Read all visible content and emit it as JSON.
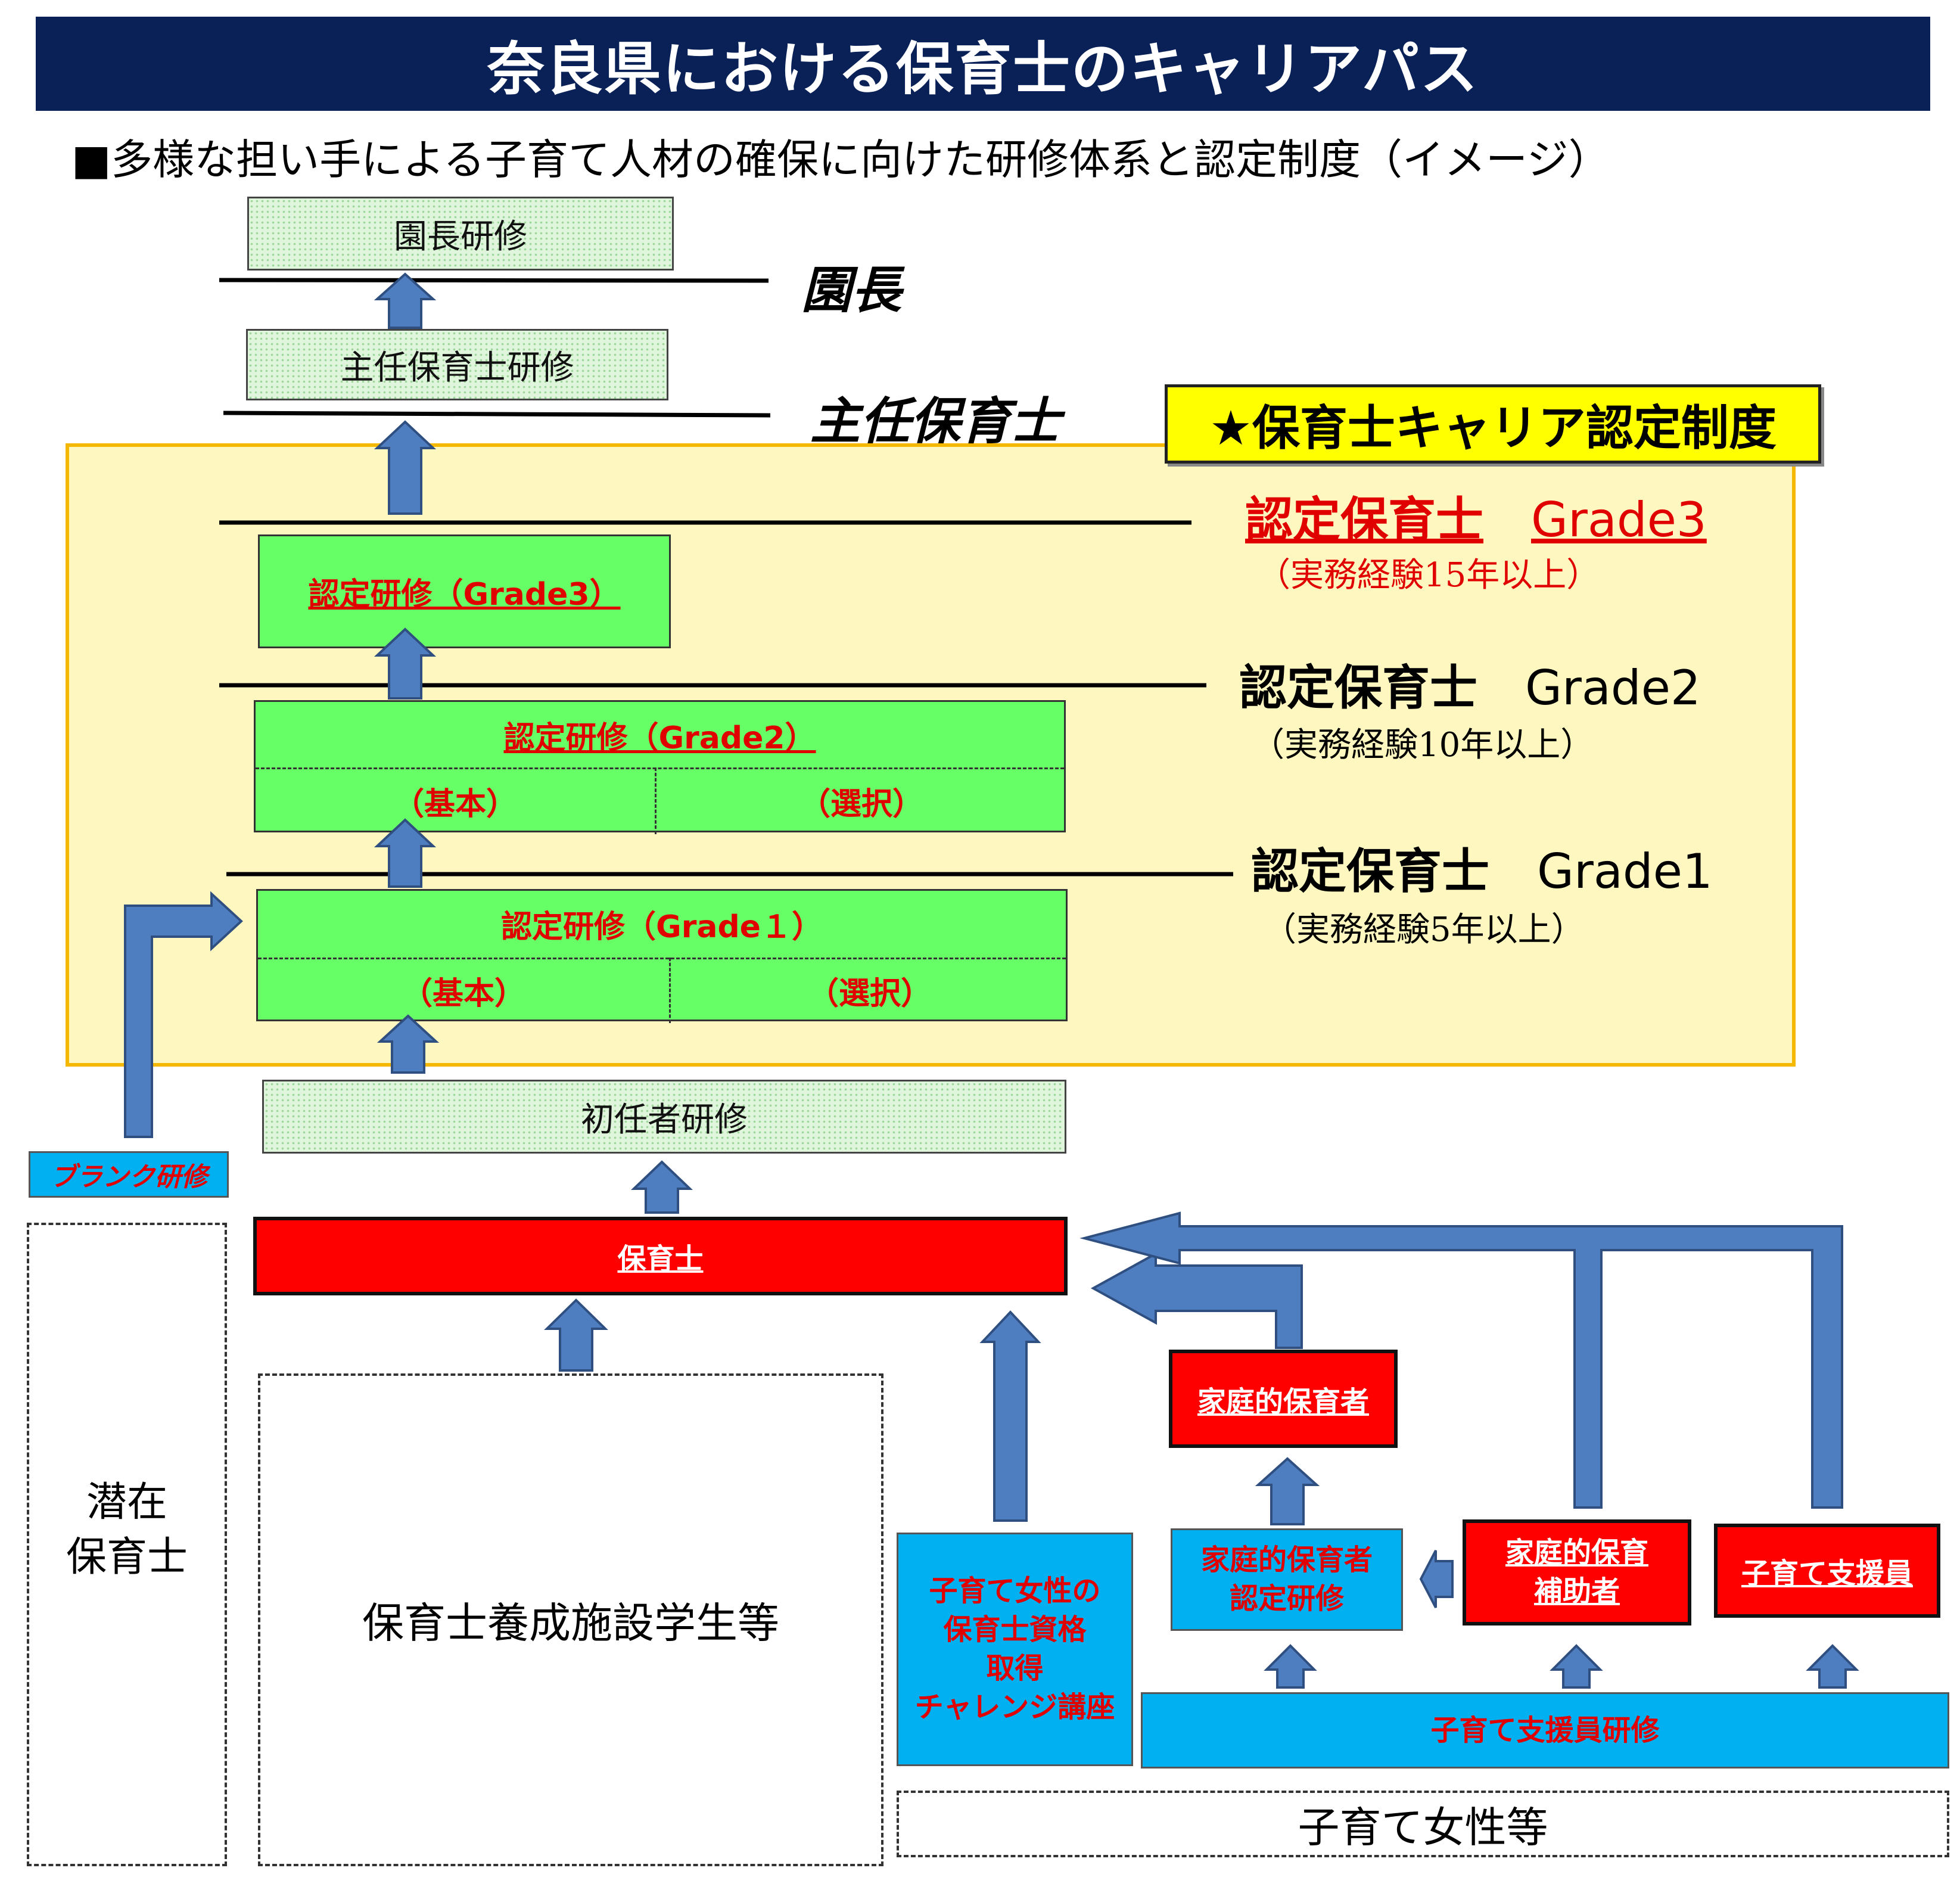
{
  "title": "奈良県における保育士のキャリアパス",
  "subtitle": "■多様な担い手による子育て人材の確保に向けた研修体系と認定制度（イメージ）",
  "cert_system_label": "★保育士キャリア認定制度",
  "roles": {
    "principal": "園長",
    "chief": "主任保育士"
  },
  "trainings": {
    "principal": "園長研修",
    "chief": "主任保育士研修",
    "grade3": "認定研修（Grade3）",
    "grade2": "認定研修（Grade2）",
    "grade1": "認定研修（Grade１）",
    "basic": "（基本）",
    "elective": "（選択）",
    "newcomer": "初任者研修",
    "blank": "ブランク研修"
  },
  "grades": [
    {
      "title": "認定保育士",
      "grade": "Grade3",
      "requirement": "（実務経験15年以上）"
    },
    {
      "title": "認定保育士",
      "grade": "Grade2",
      "requirement": "（実務経験10年以上）"
    },
    {
      "title": "認定保育士",
      "grade": "Grade1",
      "requirement": "（実務経験5年以上）"
    }
  ],
  "bottom": {
    "hoikushi": "保育士",
    "latent_line1": "潜在",
    "latent_line2": "保育士",
    "students": "保育士養成施設学生等",
    "challenge_lines": [
      "子育て女性の",
      "保育士資格",
      "取得",
      "チャレンジ講座"
    ],
    "home_caregiver": "家庭的保育者",
    "home_training_lines": [
      "家庭的保育者",
      "認定研修"
    ],
    "home_assistant_lines": [
      "家庭的保育",
      "補助者"
    ],
    "support_staff": "子育て支援員",
    "support_training": "子育て支援員研修",
    "women": "子育て女性等"
  },
  "colors": {
    "title_bg": "#0a2158",
    "arrow_fill": "#4f7ec0",
    "arrow_stroke": "#2f4f80",
    "yellow_area": "#fff7c0",
    "bright_green": "#66ff66",
    "red_box": "#ff0000",
    "blue_box": "#00b0f0"
  }
}
